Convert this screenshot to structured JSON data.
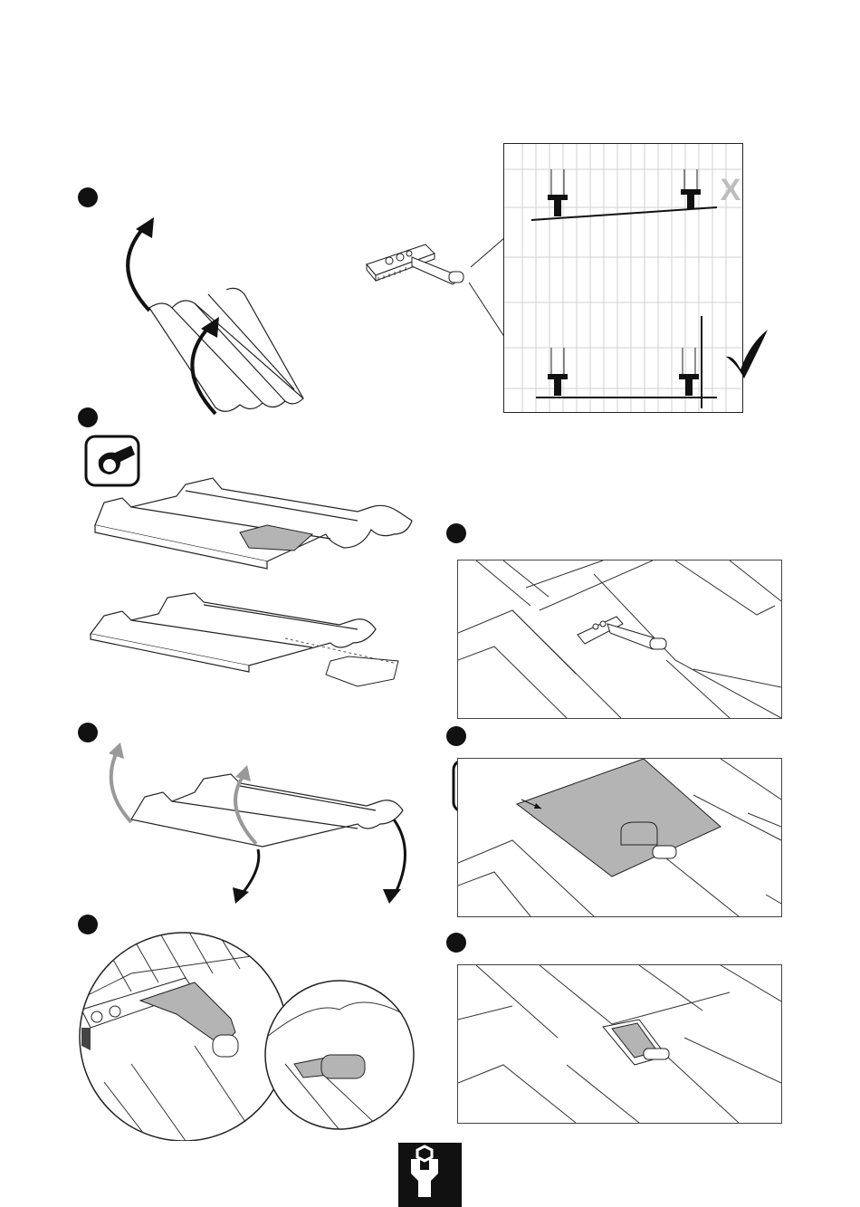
{
  "document": {
    "type": "installation-instructions",
    "steps": [
      {
        "id": "step-1",
        "icon": "remove-tile-arrows"
      },
      {
        "id": "step-2",
        "icon": "angle-grinder-icon"
      },
      {
        "id": "step-3",
        "icon": "roof-hook-placement"
      },
      {
        "id": "step-4",
        "icon": "shopping-cart-icon"
      },
      {
        "id": "step-5",
        "icon": "replace-tile-arrows"
      },
      {
        "id": "step-6",
        "icon": "detail-magnifier"
      },
      {
        "id": "step-7",
        "icon": "finished-tile"
      }
    ],
    "alignment_marks": {
      "wrong": "X",
      "correct": "check-mark-icon"
    },
    "footer": {
      "icon": "wrench-nut-icon"
    },
    "colors": {
      "ink": "#111111",
      "grey_fill": "#b4b4b4",
      "light_grey": "#bdbdbd"
    }
  }
}
